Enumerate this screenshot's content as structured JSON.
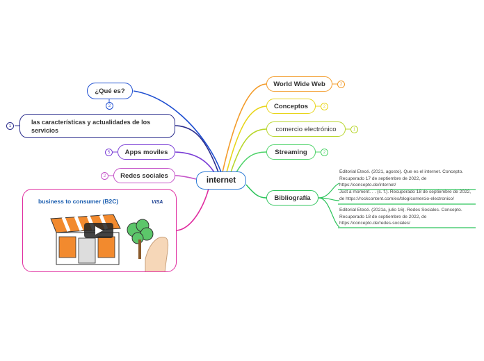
{
  "central": {
    "label": "internet"
  },
  "left_nodes": {
    "que_es": {
      "label": "¿Qué es?",
      "badge": "2",
      "color": "#1f4fd1"
    },
    "caracteristicas": {
      "label": "las características y actualidades de los servicios",
      "badge": "1",
      "color": "#2a2c8c"
    },
    "apps": {
      "label": "Apps moviles",
      "badge": "5",
      "color": "#7b3fd6"
    },
    "redes": {
      "label": "Redes sociales",
      "badge": "2",
      "color": "#c553c8"
    }
  },
  "right_nodes": {
    "www": {
      "label": "World Wide Web",
      "badge": "2",
      "color": "#f39c2b"
    },
    "conceptos": {
      "label": "Conceptos",
      "badge": "2",
      "color": "#e8d51a"
    },
    "comercio": {
      "label": "comercio electrónico",
      "badge": "1",
      "color": "#b8d62c"
    },
    "streaming": {
      "label": "Streaming",
      "badge": "2",
      "color": "#4fd36a"
    },
    "bibliografia": {
      "label": "Bibliografía",
      "color": "#2ec45c"
    }
  },
  "bibliography": [
    {
      "lines": [
        "Editorial Etecé. (2021, agosto). Que es el internet. Concepto.",
        "Recuperado 17 de septiembre de 2022, de",
        "https://concepto.de/internet/"
      ]
    },
    {
      "lines": [
        "Just a moment. . . (s. f.). Recuperado 18 de septiembre de 2022,",
        "de https://rockcontent.com/es/blog/comercio-electronico/"
      ]
    },
    {
      "lines": [
        "Editorial Etecé. (2021a, julio 16). Redes Sociales. Concepto.",
        "Recuperado 18 de septiembre de 2022, de",
        "https://concepto.de/redes-sociales/"
      ]
    }
  ],
  "video": {
    "caption": "business to consumer (B2C)",
    "brand": "VISA",
    "border_color": "#e02ea0"
  }
}
